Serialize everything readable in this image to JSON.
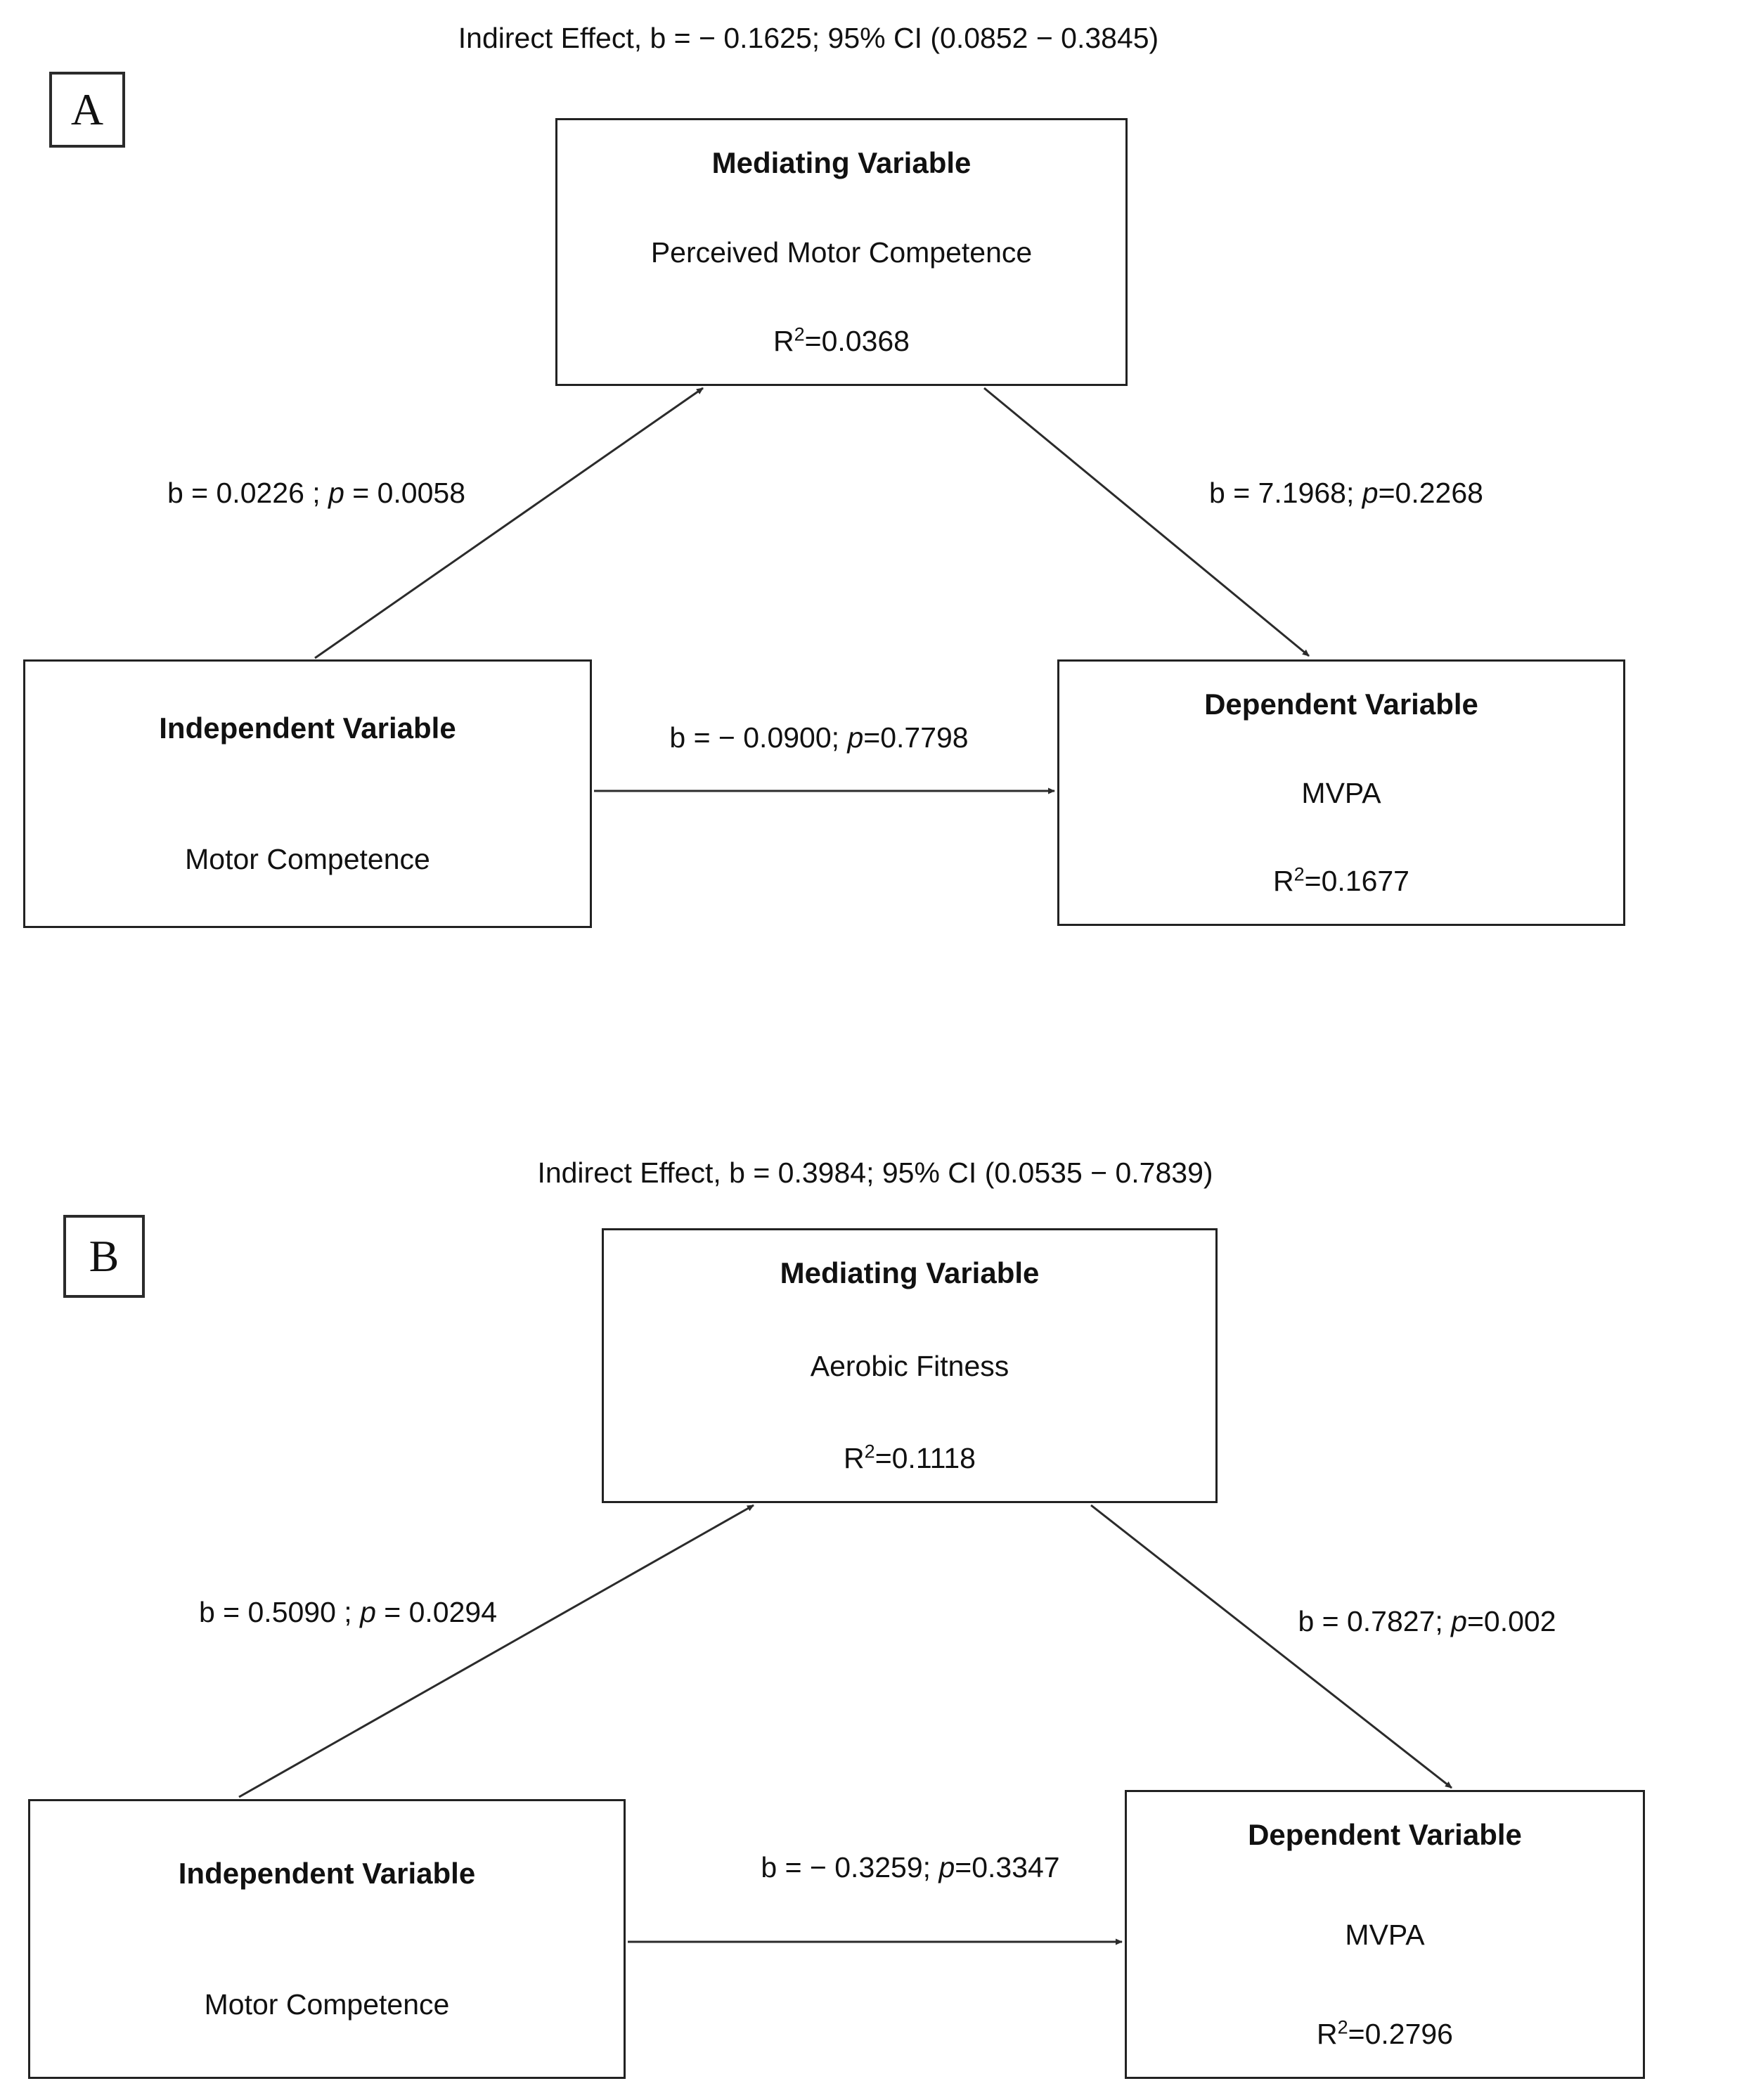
{
  "panels": [
    {
      "panel_label": "A",
      "indirect_effect": "Indirect Effect, b = − 0.1625; 95% CI (0.0852 − 0.3845)",
      "mediator": {
        "heading": "Mediating Variable",
        "name": "Perceived Motor Competence",
        "r2_base": "R",
        "r2_sup": "2",
        "r2_rest": "=0.0368"
      },
      "independent": {
        "heading": "Independent Variable",
        "name": "Motor Competence"
      },
      "dependent": {
        "heading": "Dependent Variable",
        "name": "MVPA",
        "r2_base": "R",
        "r2_sup": "2",
        "r2_rest": "=0.1677"
      },
      "path_a": {
        "before_p": "b = 0.0226 ; ",
        "p": "p",
        "after_p": " = 0.0058"
      },
      "path_b": {
        "before_p": "b = 7.1968; ",
        "p": "p",
        "after_p": "=0.2268"
      },
      "path_c": {
        "before_p": "b = − 0.0900; ",
        "p": "p",
        "after_p": "=0.7798"
      }
    },
    {
      "panel_label": "B",
      "indirect_effect": "Indirect Effect, b = 0.3984; 95% CI (0.0535 − 0.7839)",
      "mediator": {
        "heading": "Mediating Variable",
        "name": "Aerobic Fitness",
        "r2_base": "R",
        "r2_sup": "2",
        "r2_rest": "=0.1118"
      },
      "independent": {
        "heading": "Independent Variable",
        "name": "Motor Competence"
      },
      "dependent": {
        "heading": "Dependent Variable",
        "name": "MVPA",
        "r2_base": "R",
        "r2_sup": "2",
        "r2_rest": "=0.2796"
      },
      "path_a": {
        "before_p": "b = 0.5090 ; ",
        "p": "p",
        "after_p": " = 0.0294"
      },
      "path_b": {
        "before_p": "b = 0.7827; ",
        "p": "p",
        "after_p": "=0.002"
      },
      "path_c": {
        "before_p": "b = − 0.3259; ",
        "p": "p",
        "after_p": "=0.3347"
      }
    }
  ]
}
